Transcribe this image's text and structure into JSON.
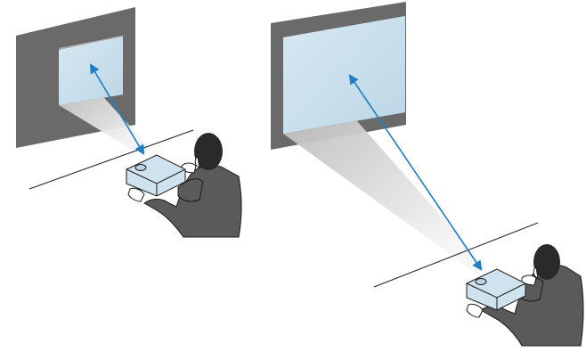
{
  "colors": {
    "background": "#ffffff",
    "wall": "#6a6a6a",
    "screen_image": "#cfe3ef",
    "screen_tint": "#b9d3e3",
    "beam_edge": "#b5b5b5",
    "beam_light": "#efefef",
    "arrow": "#1f7fc4",
    "floor_line": "#222222",
    "projector_body": "#cfe3ef",
    "projector_outline": "#1a1a1a",
    "suit": "#5a5a5a",
    "hair": "#2a2a2a",
    "skin": "#ffffff"
  },
  "scenes": [
    {
      "name": "short-distance",
      "image_size": "small"
    },
    {
      "name": "long-distance",
      "image_size": "large"
    }
  ]
}
